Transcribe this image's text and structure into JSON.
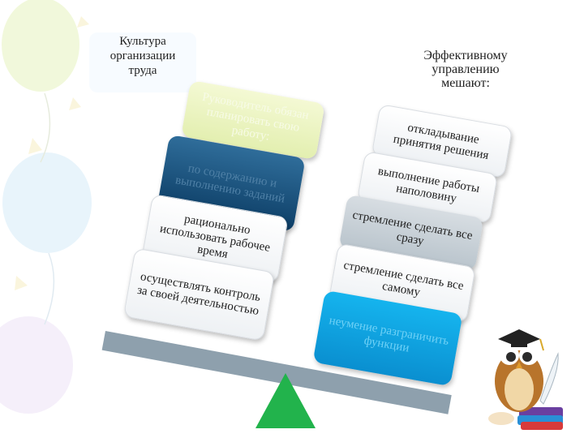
{
  "left_title": "Культура\nорганизации\nтруда",
  "right_title": "Эффективному\nуправлению\nмешают:",
  "left_stack": [
    {
      "text": "Руководитель обязан планировать свою работу:"
    },
    {
      "text": "по содержанию и выполнению заданий"
    },
    {
      "text": "рационально использовать рабочее время"
    },
    {
      "text": "осуществлять контроль за своей деятельностью"
    }
  ],
  "right_stack": [
    {
      "text": "откладывание принятия решения"
    },
    {
      "text": "выполнение работы наполовину"
    },
    {
      "text": "стремление сделать все сразу"
    },
    {
      "text": "стремление сделать все самому"
    },
    {
      "text": "неумение разграничить функции"
    }
  ],
  "colors": {
    "beam": "#8ea0ad",
    "fulcrum": "#22b34c",
    "navy_card": "#0d3e66",
    "blue_card": "#0a8fd0"
  }
}
